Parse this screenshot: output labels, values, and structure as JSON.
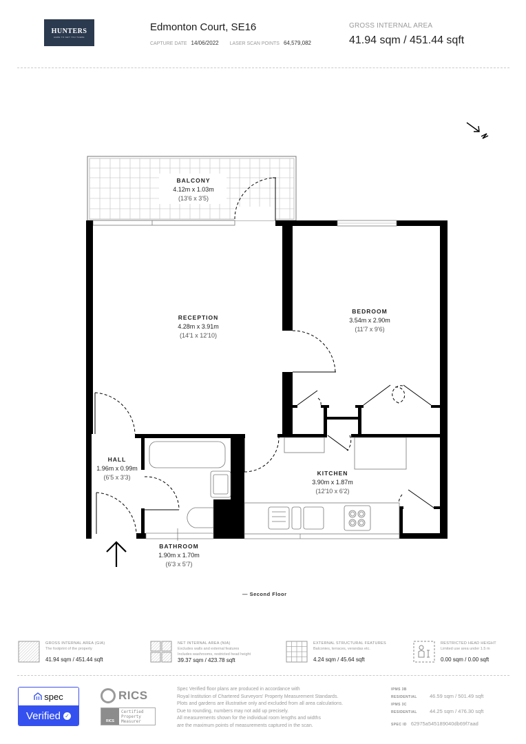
{
  "header": {
    "logo_text": "HUNTERS",
    "logo_tagline": "HERE TO GET YOU THERE",
    "title": "Edmonton Court, SE16",
    "capture_date_label": "CAPTURE DATE",
    "capture_date": "14/06/2022",
    "laser_scan_label": "LASER SCAN POINTS",
    "laser_scan_points": "64,579,082",
    "gia_label": "GROSS INTERNAL AREA",
    "gia_value": "41.94 sqm / 451.44 sqft"
  },
  "plan": {
    "north_label": "N",
    "floor_label": "— Second Floor",
    "rooms": [
      {
        "name": "BALCONY",
        "metric": "4.12m x 1.03m",
        "imperial": "(13'6 x 3'5)"
      },
      {
        "name": "RECEPTION",
        "metric": "4.28m x 3.91m",
        "imperial": "(14'1 x 12'10)"
      },
      {
        "name": "BEDROOM",
        "metric": "3.54m x 2.90m",
        "imperial": "(11'7 x 9'6)"
      },
      {
        "name": "HALL",
        "metric": "1.96m x 0.99m",
        "imperial": "(6'5 x 3'3)"
      },
      {
        "name": "KITCHEN",
        "metric": "3.90m x 1.87m",
        "imperial": "(12'10 x 6'2)"
      },
      {
        "name": "BATHROOM",
        "metric": "1.90m x 1.70m",
        "imperial": "(6'3 x 5'7)"
      }
    ]
  },
  "legend": [
    {
      "icon": "hatched-square-icon",
      "title": "GROSS INTERNAL AREA (GIA)",
      "desc": [
        "The footprint of the property"
      ],
      "value": "41.94 sqm / 451.44 sqft"
    },
    {
      "icon": "hatched-rooms-icon",
      "title": "NET INTERNAL AREA (NIA)",
      "desc": [
        "Excludes walls and external features",
        "Includes washrooms, restricted head height"
      ],
      "value": "39.37 sqm / 423.78 sqft"
    },
    {
      "icon": "grid-icon",
      "title": "EXTERNAL STRUCTURAL FEATURES",
      "desc": [
        "Balconies, terraces, verandas etc."
      ],
      "value": "4.24 sqm / 45.64 sqft"
    },
    {
      "icon": "person-height-icon",
      "title": "RESTRICTED HEAD HEIGHT",
      "desc": [
        "Limited use area under 1.5 m"
      ],
      "value": "0.00 sqm / 0.00 sqft"
    }
  ],
  "footer": {
    "spec_brand": "spec",
    "spec_verified": "Verified",
    "rics_text": "RICS",
    "rics_cert": [
      "Certified",
      "Property",
      "Measurer"
    ],
    "disclaimer": [
      "Spec Verified floor plans are produced in accordance with",
      "Royal Institution of Chartered Surveyors' Property Measurement Standards.",
      "Plots and gardens are illustrative only and excluded from all area calculations.",
      "Due to rounding, numbers may not add up precisely.",
      "All measurements shown for the individual room lengths and widths",
      "are the maximum points of measurements captured in the scan."
    ],
    "ipms": [
      {
        "label": "IPMS 3B RESIDENTIAL",
        "value": "46.59 sqm / 501.49 sqft"
      },
      {
        "label": "IPMS 3C RESIDENTIAL",
        "value": "44.25 sqm / 476.30 sqft"
      }
    ],
    "spec_id_label": "SPEC ID",
    "spec_id": "62975a545189040db69f7aad"
  }
}
